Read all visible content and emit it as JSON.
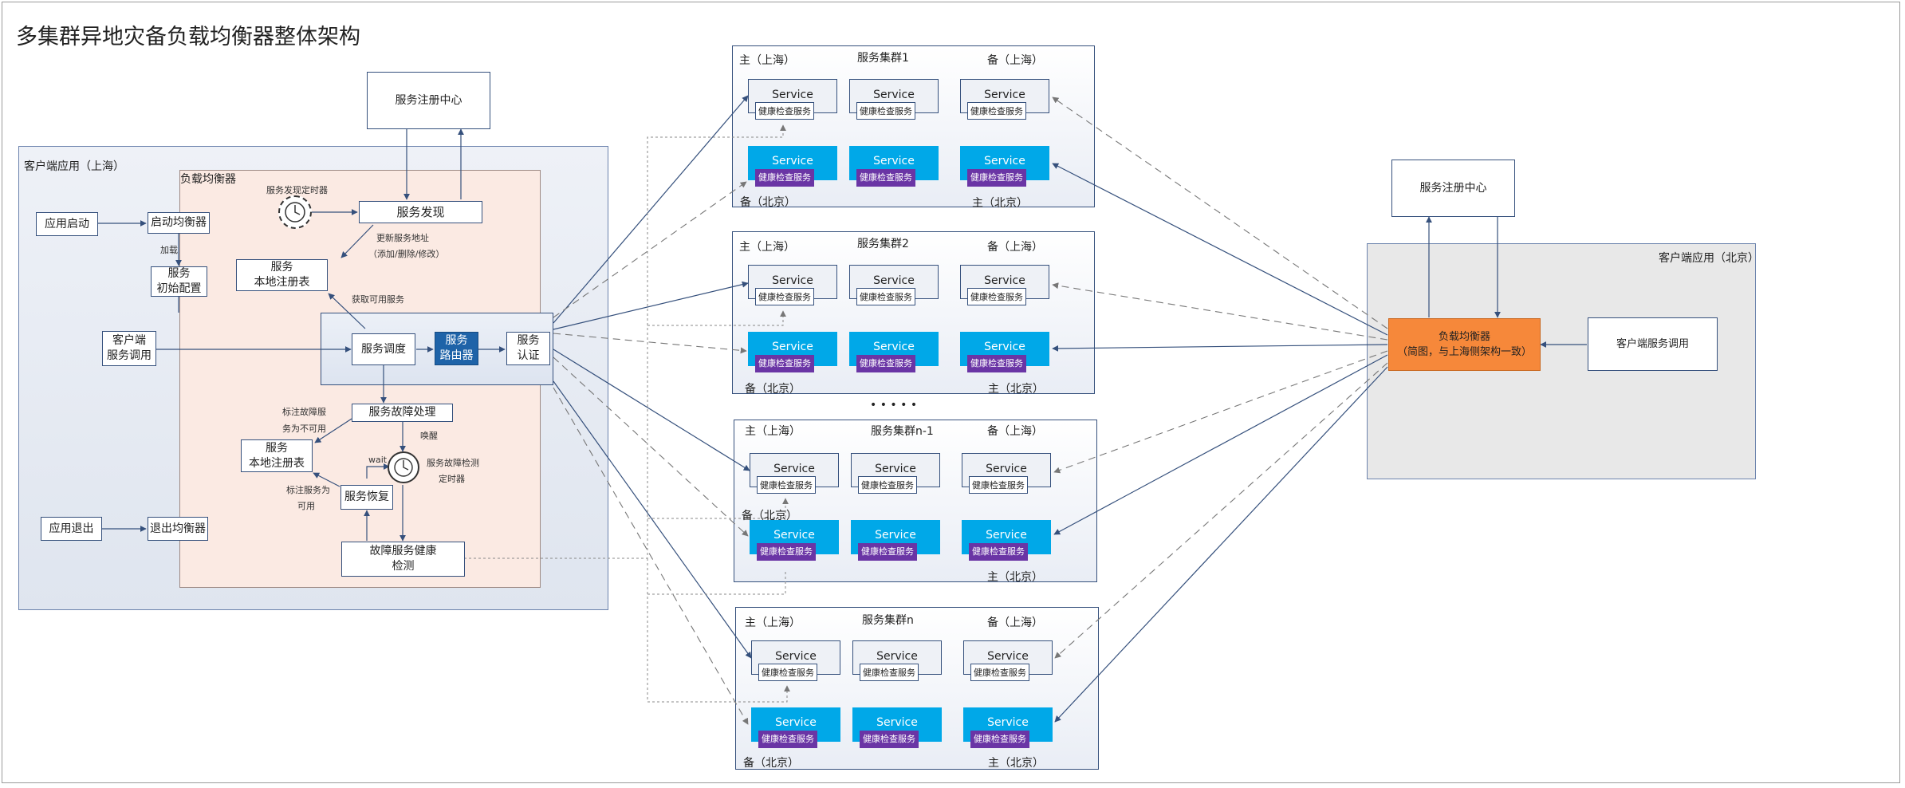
{
  "title": "多集群异地灾备负载均衡器整体架构",
  "shanghai": {
    "client_app": "客户端应用（上海）",
    "lb_panel": "负载均衡器",
    "app_start": "应用启动",
    "start_lb": "启动均衡器",
    "load_label": "加载",
    "svc_init": [
      "服务",
      "初始配置"
    ],
    "timer_label": "服务发现定时器",
    "discovery": "服务发现",
    "update_addr": [
      "更新服务地址",
      "（添加/删除/修改）"
    ],
    "local_reg": [
      "服务",
      "本地注册表"
    ],
    "fetch_label": "获取可用服务",
    "client_call": [
      "客户端",
      "服务调用"
    ],
    "schedule": "服务调度",
    "router": [
      "服务",
      "路由器"
    ],
    "auth": [
      "服务",
      "认证"
    ],
    "fault": "服务故障处理",
    "mark_unavail": [
      "标注故障服",
      "务为不可用"
    ],
    "wake": "唤醒",
    "wait": "wait",
    "detect_timer": [
      "服务故障检测",
      "定时器"
    ],
    "mark_avail": [
      "标注服务为",
      "可用"
    ],
    "recover": "服务恢复",
    "local_reg2": [
      "服务",
      "本地注册表"
    ],
    "health": [
      "故障服务健康",
      "检测"
    ],
    "app_exit": "应用退出",
    "exit_lb": "退出均衡器"
  },
  "registry_sh": "服务注册中心",
  "registry_bj": "服务注册中心",
  "clusters": [
    {
      "name": "服务集群1",
      "tl": "主（上海）",
      "tr": "备（上海）",
      "bl": "备（北京）",
      "br": "主（北京）"
    },
    {
      "name": "服务集群2",
      "tl": "主（上海）",
      "tr": "备（上海）",
      "bl": "备（北京）",
      "br": "主（北京）"
    },
    {
      "name": "服务集群n-1",
      "tl": "主（上海）",
      "tr": "备（上海）",
      "bl": "备（北京）",
      "br": "主（北京）"
    },
    {
      "name": "服务集群n",
      "tl": "主（上海）",
      "tr": "备（上海）",
      "bl": "备（北京）",
      "br": "主（北京）"
    }
  ],
  "ellipsis": "• • • • •",
  "service_label": "Service",
  "health_label": "健康检查服务",
  "beijing": {
    "client_app": "客户端应用（北京）",
    "lb": [
      "负载均衡器",
      "（简图，与上海侧架构一致）"
    ],
    "client_call": "客户端服务调用"
  }
}
